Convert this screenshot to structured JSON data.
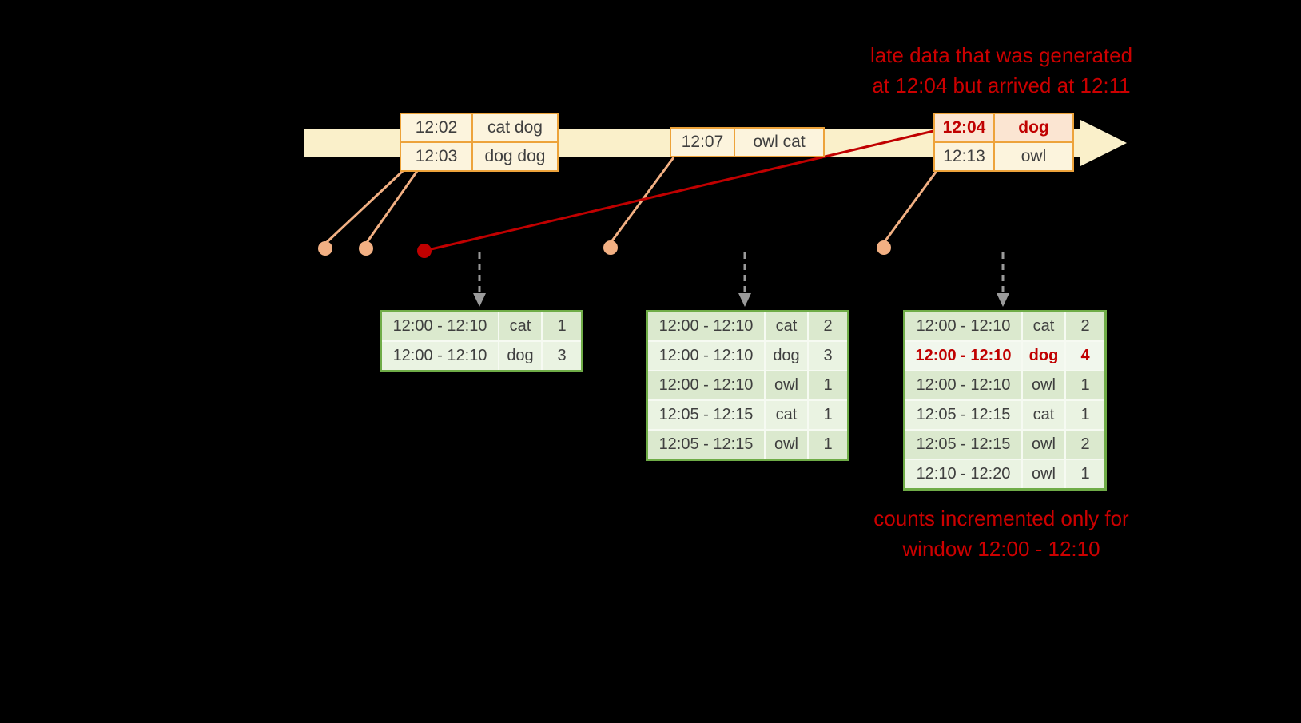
{
  "colors": {
    "background": "#000000",
    "timeline_fill": "#FAF0CA",
    "event_border": "#EDA33B",
    "event_fill": "#FCF4DD",
    "event_highlight_fill": "#FBE5D2",
    "result_border": "#6FAC47",
    "result_fill_dark": "#DBE9CE",
    "result_fill_light": "#EAF3E2",
    "highlight_red": "#C00000",
    "connector_peach": "#F2B083",
    "trigger_arrow_gray": "#9B9B9B",
    "annotation_red": "#CC0000"
  },
  "annotations": {
    "late_data": {
      "line1": "late data that was generated",
      "line2": "at 12:04 but arrived at 12:11"
    },
    "counts_note": {
      "line1": "counts incremented only for",
      "line2": "window 12:00 - 12:10"
    }
  },
  "event_tables": [
    {
      "rows": [
        {
          "time": "12:02",
          "words": "cat dog"
        },
        {
          "time": "12:03",
          "words": "dog dog"
        }
      ]
    },
    {
      "rows": [
        {
          "time": "12:07",
          "words": "owl cat"
        }
      ]
    },
    {
      "rows": [
        {
          "time": "12:04",
          "words": "dog",
          "highlight": true
        },
        {
          "time": "12:13",
          "words": "owl"
        }
      ]
    }
  ],
  "result_tables": [
    {
      "rows": [
        {
          "window": "12:00 - 12:10",
          "word": "cat",
          "count": "1"
        },
        {
          "window": "12:00 - 12:10",
          "word": "dog",
          "count": "3"
        }
      ]
    },
    {
      "rows": [
        {
          "window": "12:00 - 12:10",
          "word": "cat",
          "count": "2"
        },
        {
          "window": "12:00 - 12:10",
          "word": "dog",
          "count": "3"
        },
        {
          "window": "12:00 - 12:10",
          "word": "owl",
          "count": "1"
        },
        {
          "window": "12:05 - 12:15",
          "word": "cat",
          "count": "1"
        },
        {
          "window": "12:05 - 12:15",
          "word": "owl",
          "count": "1"
        }
      ]
    },
    {
      "rows": [
        {
          "window": "12:00 - 12:10",
          "word": "cat",
          "count": "2"
        },
        {
          "window": "12:00 - 12:10",
          "word": "dog",
          "count": "4",
          "highlight": true
        },
        {
          "window": "12:00 - 12:10",
          "word": "owl",
          "count": "1"
        },
        {
          "window": "12:05 - 12:15",
          "word": "cat",
          "count": "1"
        },
        {
          "window": "12:05 - 12:15",
          "word": "owl",
          "count": "2"
        },
        {
          "window": "12:10 - 12:20",
          "word": "owl",
          "count": "1"
        }
      ]
    }
  ]
}
